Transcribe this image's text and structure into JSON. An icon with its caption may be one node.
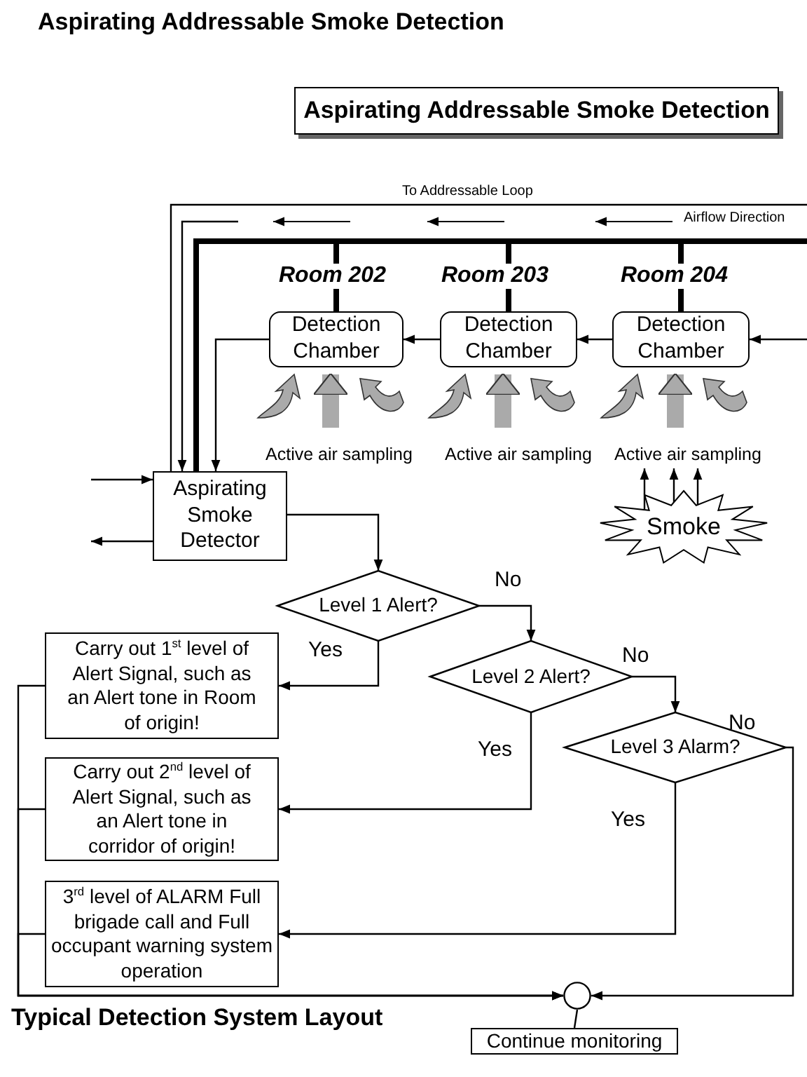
{
  "diagram": {
    "title": "Aspirating Addressable Smoke Detection",
    "caption": "Typical Detection System Layout",
    "nodes": [
      {
        "text": [
          "Aspirating Addressable Smoke Detection"
        ]
      },
      {
        "text": [
          "Detection Chamber"
        ]
      },
      {
        "text": [
          "Detection Chamber"
        ]
      },
      {
        "text": [
          "Detection Chamber"
        ]
      },
      {
        "text": [
          "Aspirating Smoke Detector"
        ]
      },
      {
        "text": [
          "Smoke"
        ]
      },
      {
        "text": [
          "Level 1 Alert?"
        ]
      },
      {
        "text": [
          "Carry out 1$^{st}$ level of Alert Signal, such as an Alert tone in Room of origin!"
        ]
      },
      {
        "text": [
          "Level 2 Alert?"
        ]
      },
      {
        "text": [
          "Level 3 Alarm?"
        ]
      },
      {
        "text": [
          "Carry out 2$^{nd}$ level of Alert Signal, such as an Alert tone in corridor of origin!"
        ]
      },
      {
        "text": [
          "3$^{rd}$ level of ALARM Full brigade call and Full occupant warning system operation"
        ]
      },
      {
        "text": [],
        "shape": "circle"
      },
      {
        "text": [
          "Continue monitoring"
        ]
      },
      {
        "text": [
          "Active air sampling"
        ]
      },
      {
        "text": [
          "Active air sampling"
        ]
      },
      {
        "text": [
          "Active air sampling"
        ]
      }
    ],
    "edges": [
      {
        "from": null,
        "to": 3,
        "arrow": "to"
      },
      {
        "from": 3,
        "to": 2,
        "arrow": "to"
      },
      {
        "from": 2,
        "to": 1,
        "arrow": "to"
      },
      {
        "from": 1,
        "to": 4,
        "arrow": "to"
      },
      {
        "from": 1,
        "to": 4,
        "arrow": "none",
        "style": "thick"
      },
      {
        "from": 2,
        "to": 4,
        "arrow": "none",
        "style": "thick"
      },
      {
        "from": 3,
        "to": 4,
        "arrow": "none",
        "style": "thick"
      },
      {
        "from": null,
        "to": 4,
        "arrow": "none",
        "style": "thick"
      },
      {
        "from": 4,
        "to": null,
        "arrow": "none",
        "label": "To Addressable Loop"
      },
      {
        "from": null,
        "to": 4,
        "arrow": "to"
      },
      {
        "from": null,
        "to": 4,
        "arrow": "to"
      },
      {
        "from": 4,
        "to": null,
        "arrow": "to"
      },
      {
        "from": 5,
        "to": 16,
        "arrow": "to"
      },
      {
        "from": 5,
        "to": 16,
        "arrow": "to"
      },
      {
        "from": 5,
        "to": 16,
        "arrow": "to"
      },
      {
        "from": 4,
        "to": 6,
        "arrow": "to"
      },
      {
        "from": 6,
        "to": 7,
        "arrow": "to",
        "label": "Yes"
      },
      {
        "from": 6,
        "to": 8,
        "arrow": "to",
        "label": "No"
      },
      {
        "from": 8,
        "to": 10,
        "arrow": "to",
        "label": "Yes"
      },
      {
        "from": 8,
        "to": 9,
        "arrow": "to",
        "label": "No"
      },
      {
        "from": 9,
        "to": 11,
        "arrow": "to",
        "label": "Yes"
      },
      {
        "from": 9,
        "to": 12,
        "arrow": "to",
        "label": "No"
      },
      {
        "from": 7,
        "to": 12,
        "arrow": "to"
      },
      {
        "from": 10,
        "to": 12,
        "arrow": "to"
      },
      {
        "from": 11,
        "to": 12,
        "arrow": "to"
      },
      {
        "from": 12,
        "to": 13,
        "arrow": "none"
      },
      {
        "from": 14,
        "to": 1,
        "arrow": "to",
        "style": "thick",
        "color": "#aaaaaa"
      },
      {
        "from": 15,
        "to": 2,
        "arrow": "to",
        "style": "thick",
        "color": "#aaaaaa"
      },
      {
        "from": 16,
        "to": 3,
        "arrow": "to",
        "style": "thick",
        "color": "#aaaaaa"
      }
    ],
    "labels": [
      "Airflow Direction",
      "Room 202",
      "Room 203",
      "Room 204"
    ]
  }
}
